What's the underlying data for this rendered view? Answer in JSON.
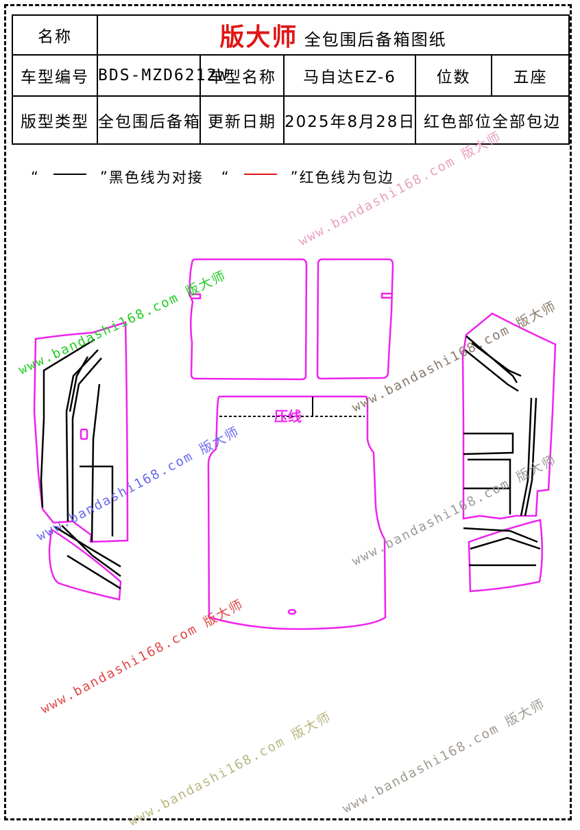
{
  "header": {
    "name_label": "名称",
    "brand_red": "版大师",
    "brand_title": "全包围后备箱图纸",
    "model_code_label": "车型编号",
    "model_code": "BDS-MZD6212W",
    "model_name_label": "车型名称",
    "model_name": "马自达EZ-6",
    "seats_label": "位数",
    "seats": "五座",
    "pattern_type_label": "版型类型",
    "pattern_type": "全包围后备箱",
    "update_date_label": "更新日期",
    "update_date": "2025年8月28日",
    "note": "红色部位全部包边"
  },
  "legend": {
    "open_quote": "“",
    "close_quote": "”",
    "black_text": "黑色线为对接",
    "red_text": "红色线为包边"
  },
  "pattern": {
    "crease_label": "压线",
    "edge_color": "#ee22ee",
    "seam_color": "#000000",
    "binding_color": "#e01616"
  },
  "watermarks": [
    {
      "text": "www.bandashi168.com 版大师",
      "color": "#22cc22"
    },
    {
      "text": "www.bandashi168.com 版大师",
      "color": "#e8a0c0"
    },
    {
      "text": "www.bandashi168.com 版大师",
      "color": "#8a7a6a"
    },
    {
      "text": "www.bandashi168.com 版大师",
      "color": "#6a6aee"
    },
    {
      "text": "www.bandashi168.com 版大师",
      "color": "#e04848"
    },
    {
      "text": "www.bandashi168.com 版大师",
      "color": "#9a9a9a"
    },
    {
      "text": "www.bandashi168.com 版大师",
      "color": "#b8b880"
    },
    {
      "text": "www.bandashi168.com 版大师",
      "color": "#a09a90"
    }
  ]
}
